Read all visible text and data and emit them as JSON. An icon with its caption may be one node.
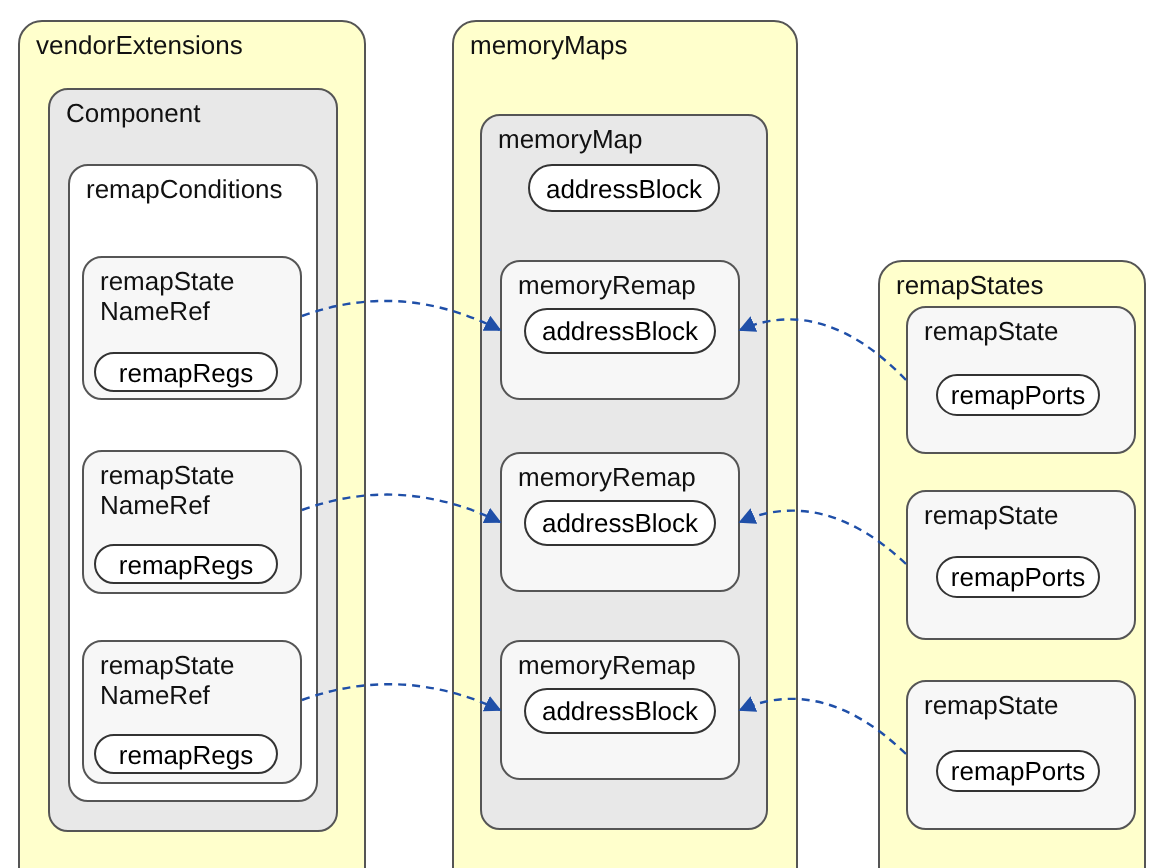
{
  "diagram": {
    "nodes": [
      {
        "text": [
          "vendorExtensions"
        ]
      },
      {
        "text": [
          "Component"
        ],
        "in": 0
      },
      {
        "text": [
          "remapConditions"
        ],
        "in": 1
      },
      {
        "text": [
          "remapState NameRef"
        ],
        "in": 2
      },
      {
        "text": [
          "remapRegs"
        ],
        "in": 3
      },
      {
        "text": [
          "remapState NameRef"
        ],
        "in": 2
      },
      {
        "text": [
          "remapRegs"
        ],
        "in": 5
      },
      {
        "text": [
          "remapState NameRef"
        ],
        "in": 2
      },
      {
        "text": [
          "remapRegs"
        ],
        "in": 7
      },
      {
        "text": [
          "memoryMaps"
        ]
      },
      {
        "text": [
          "memoryMap"
        ],
        "in": 9
      },
      {
        "text": [
          "addressBlock"
        ],
        "in": 10
      },
      {
        "text": [
          "memoryRemap"
        ],
        "in": 10
      },
      {
        "text": [
          "addressBlock"
        ],
        "in": 12
      },
      {
        "text": [
          "memoryRemap"
        ],
        "in": 10
      },
      {
        "text": [
          "addressBlock"
        ],
        "in": 14
      },
      {
        "text": [
          "memoryRemap"
        ],
        "in": 10
      },
      {
        "text": [
          "addressBlock"
        ],
        "in": 16
      },
      {
        "text": [
          "remapStates"
        ]
      },
      {
        "text": [
          "remapState"
        ],
        "in": 18
      },
      {
        "text": [
          "remapPorts"
        ],
        "in": 19
      },
      {
        "text": [
          "remapState"
        ],
        "in": 18
      },
      {
        "text": [
          "remapPorts"
        ],
        "in": 21
      },
      {
        "text": [
          "remapState"
        ],
        "in": 18
      },
      {
        "text": [
          "remapPorts"
        ],
        "in": 23
      }
    ],
    "edges": [
      {
        "from": 3,
        "to": 12,
        "arrow": "to",
        "style": "dashed"
      },
      {
        "from": 19,
        "to": 12,
        "arrow": "to",
        "style": "dashed"
      },
      {
        "from": 5,
        "to": 14,
        "arrow": "to",
        "style": "dashed"
      },
      {
        "from": 21,
        "to": 14,
        "arrow": "to",
        "style": "dashed"
      },
      {
        "from": 7,
        "to": 16,
        "arrow": "to",
        "style": "dashed"
      },
      {
        "from": 23,
        "to": 16,
        "arrow": "to",
        "style": "dashed"
      }
    ]
  }
}
